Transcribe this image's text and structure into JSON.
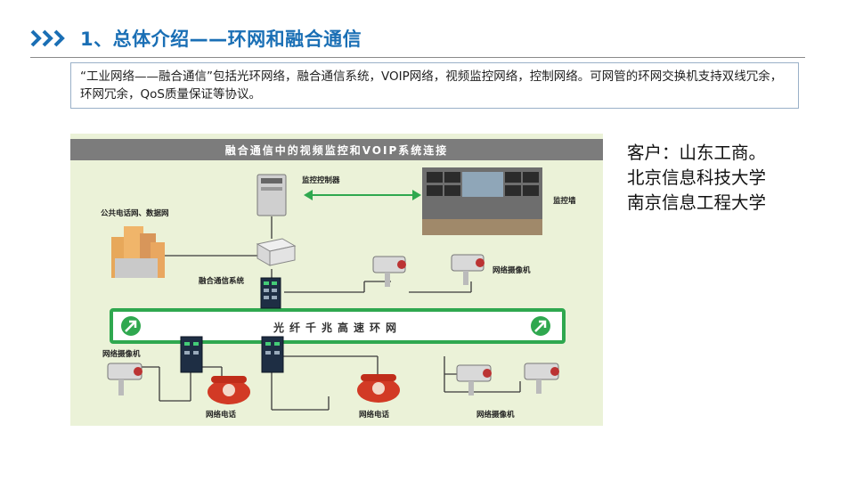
{
  "header": {
    "title": "1、总体介绍——环网和融合通信"
  },
  "intro": {
    "text": "“工业网络——融合通信”包括光环网络，融合通信系统，VOIP网络，视频监控网络，控制网络。可网管的环网交换机支持双线冗余，环网冗余，QoS质量保证等协议。"
  },
  "diagram": {
    "banner": "融合通信中的视频监控和VOIP系统连接",
    "ring_label": "光纤千兆高速环网",
    "labels": {
      "monitor_controller": "监控控制器",
      "monitor_wall": "监控墙",
      "pstn": "公共电话网、数据网",
      "converged_system": "融合通信系统",
      "camera_top": "网络摄像机",
      "camera_left": "网络摄像机",
      "phone_left": "网络电话",
      "phone_mid": "网络电话",
      "camera_bottom": "网络摄像机"
    }
  },
  "client": {
    "line1": "客户：山东工商。",
    "line2": "北京信息科技大学",
    "line3": "南京信息工程大学"
  },
  "colors": {
    "title": "#1a6fb5",
    "diagram_bg": "#ebf2d8",
    "ring": "#2fa84f",
    "banner": "#7c7c7c"
  }
}
